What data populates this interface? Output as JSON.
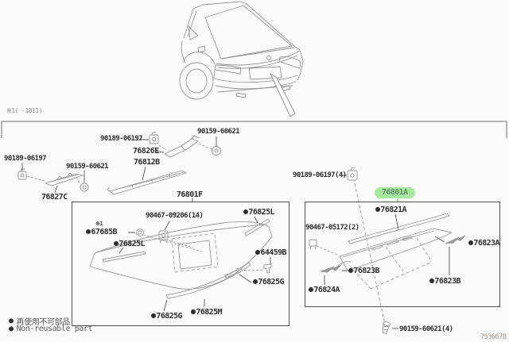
{
  "page": {
    "note_top": "※1(  -1811)",
    "doc_code": "753667B",
    "bullet": "●"
  },
  "legend": {
    "jp": "再使用不可部品",
    "en": "Non-reusable part"
  },
  "colors": {
    "highlight_bg": "#a7e8a0",
    "highlight_text": "#5f8f62",
    "lineart": "#949494",
    "text": "#2e2e2e"
  },
  "icons": {
    "clip": "clip-icon",
    "grommet": "grommet-icon",
    "nut": "nut-icon",
    "screw": "screw-icon",
    "pointer": "pointer-arrow"
  },
  "parts": {
    "left_clip": "90189-06197",
    "left_grommet": "90159-60621",
    "left_molding": "76827C",
    "mid_clip": "90189-06197",
    "mid_bracket": "76826E",
    "mid_grommet": "90159-60621",
    "mid_strip": "76812B",
    "leftbox_title": "76801F",
    "leftbox_screw": "90467-09206(14)",
    "leftbox_note": "※1",
    "leftbox_nut": "67685B",
    "leftbox_pad_l1": "76825L",
    "leftbox_pad_l2": "76825L",
    "leftbox_clip": "64459B",
    "leftbox_pad_g1": "76825G",
    "leftbox_pad_m": "76825M",
    "leftbox_pad_g2": "76825G",
    "rightbox_clip": "90189-06197(4)",
    "rightbox_title": "76801A",
    "rightbox_molding": "76821A",
    "rightbox_screw": "90467-05172(2)",
    "rightbox_pad_a": "76823A",
    "rightbox_pad_b1": "76823B",
    "rightbox_pad_b2": "76823B",
    "rightbox_pad_c": "76824A",
    "rightbox_grommet": "90159-60621(4)"
  }
}
